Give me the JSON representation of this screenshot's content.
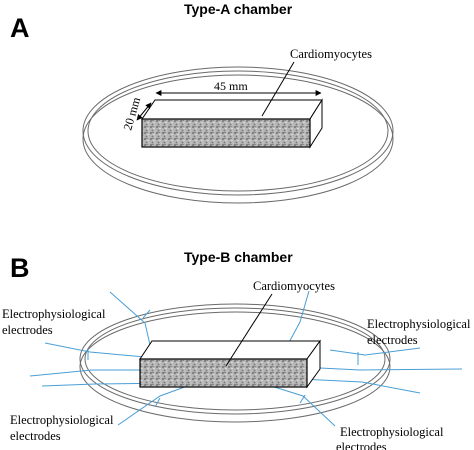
{
  "panel_a": {
    "letter": "A",
    "title": "Type-A chamber",
    "cells_label": "Cardiomyocytes",
    "length_label": "45 mm",
    "width_label": "20 mm"
  },
  "panel_b": {
    "letter": "B",
    "title": "Type-B chamber",
    "cells_label": "Cardiomyocytes",
    "electrode_label_line1": "Electrophysiological",
    "electrode_label_line2": "electrodes"
  },
  "colors": {
    "electrode": "#4a9fd6",
    "dish": "#6a6a6a",
    "cells": "#9a9a9a"
  }
}
